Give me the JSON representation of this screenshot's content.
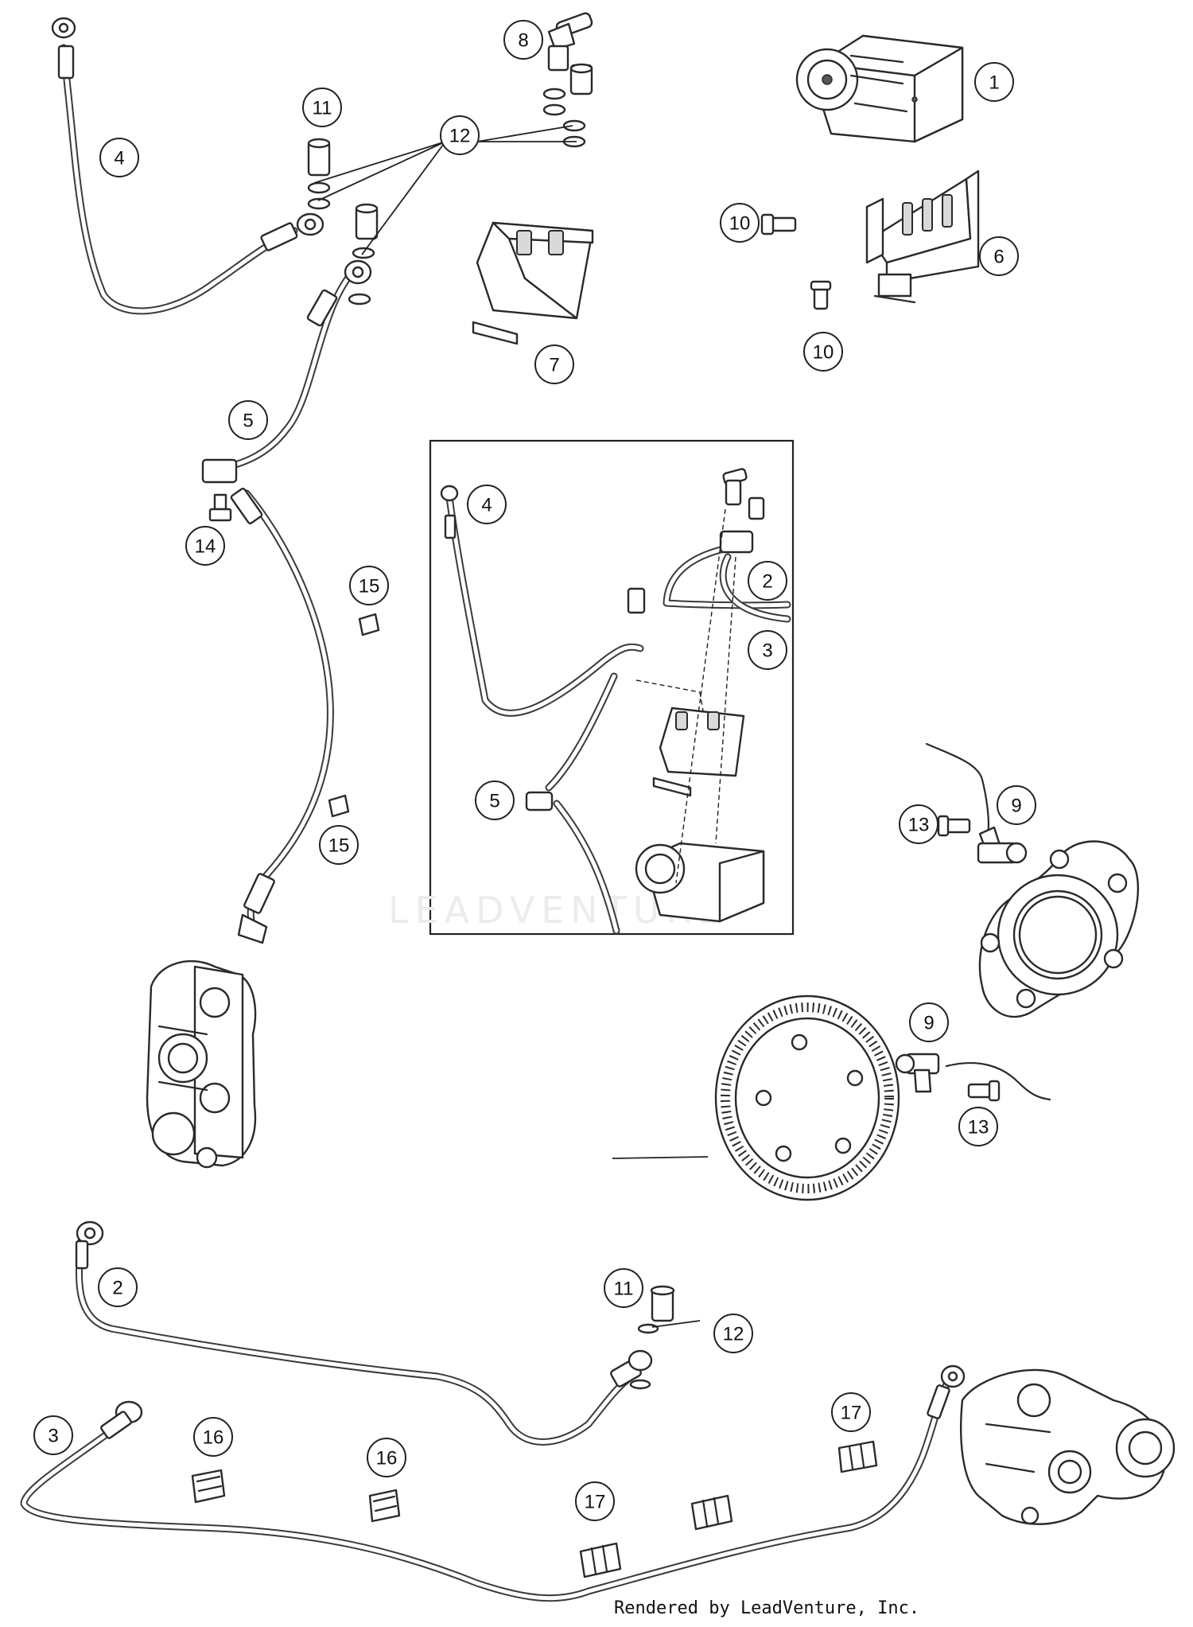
{
  "callouts": [
    {
      "label": "1"
    },
    {
      "label": "4"
    },
    {
      "label": "8"
    },
    {
      "label": "11"
    },
    {
      "label": "12"
    },
    {
      "label": "10"
    },
    {
      "label": "6"
    },
    {
      "label": "10"
    },
    {
      "label": "7"
    },
    {
      "label": "5"
    },
    {
      "label": "14"
    },
    {
      "label": "15"
    },
    {
      "label": "15"
    },
    {
      "label": "4"
    },
    {
      "label": "2"
    },
    {
      "label": "3"
    },
    {
      "label": "5"
    },
    {
      "label": "9"
    },
    {
      "label": "13"
    },
    {
      "label": "9"
    },
    {
      "label": "13"
    },
    {
      "label": "2"
    },
    {
      "label": "11"
    },
    {
      "label": "12"
    },
    {
      "label": "3"
    },
    {
      "label": "16"
    },
    {
      "label": "16"
    },
    {
      "label": "17"
    },
    {
      "label": "17"
    }
  ],
  "watermark": "LEADVENTURE",
  "credit": "Rendered by LeadVenture, Inc."
}
